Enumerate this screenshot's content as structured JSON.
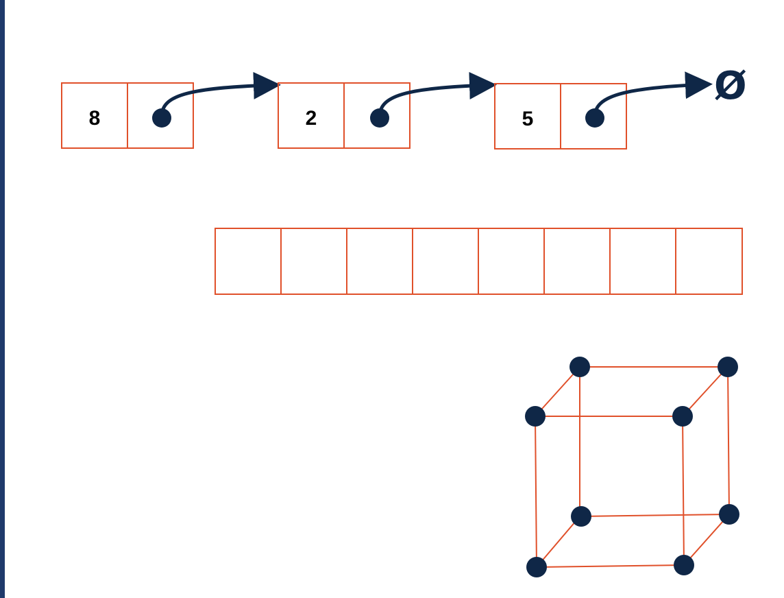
{
  "colors": {
    "box_stroke": "#e0502a",
    "pointer": "#0f2747",
    "edge_bar": "#1f3a6b",
    "text": "#000000"
  },
  "linked_list": {
    "nodes": [
      {
        "value": "8"
      },
      {
        "value": "2"
      },
      {
        "value": "5"
      }
    ],
    "null_symbol": "Ø"
  },
  "array": {
    "cells": [
      "",
      "",
      "",
      "",
      "",
      "",
      "",
      ""
    ]
  },
  "graph": {
    "shape": "cube",
    "vertex_count": 8,
    "edge_count": 12
  }
}
